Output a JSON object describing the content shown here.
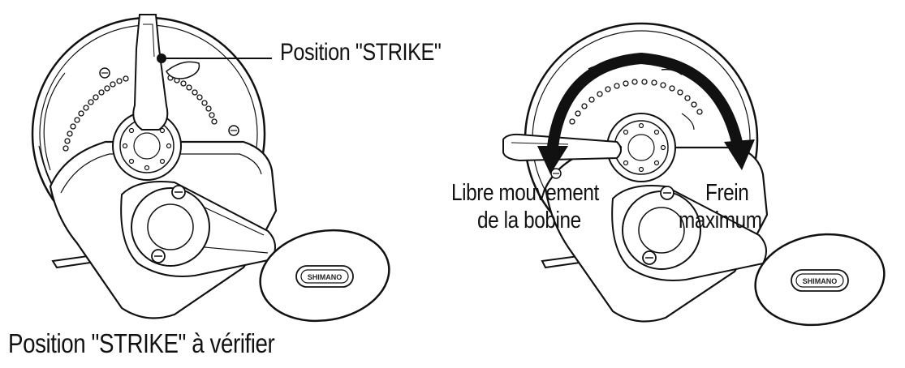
{
  "labels": {
    "strike_position": "Position \"STRIKE\"",
    "strike_check": "Position \"STRIKE\" à vérifier",
    "free_spool_line1": "Libre mouvement",
    "free_spool_line2": "de la bobine",
    "max_brake_line1": "Frein",
    "max_brake_line2": "maximum"
  },
  "reel_brand": "SHIMANO"
}
